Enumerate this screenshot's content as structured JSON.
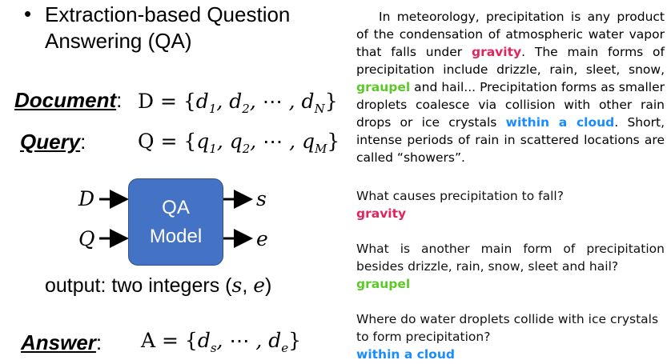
{
  "bullet": {
    "symbol": "•",
    "text": "Extraction-based Question Answering (QA)"
  },
  "document": {
    "label": "Document",
    "colon": ":",
    "formula": "D = {d₁, d₂, ⋯ , d_N}"
  },
  "query": {
    "label": "Query",
    "colon": ":",
    "formula": "Q = {q₁, q₂, ⋯ , q_M}"
  },
  "model": {
    "inputs": [
      "D",
      "Q"
    ],
    "box_line1": "QA",
    "box_line2": "Model",
    "outputs": [
      "s",
      "e"
    ],
    "box_color": "#4472c4"
  },
  "output_text": {
    "prefix": "output: two integers (",
    "s": "s",
    "comma": ", ",
    "e": "e",
    "suffix": ")"
  },
  "answer": {
    "label": "Answer",
    "colon": ":",
    "formula": "A = {d_s, ⋯ , d_e}"
  },
  "passage": {
    "seg1": "In meteorology, precipitation is any product of the condensation of atmospheric water vapor that falls under ",
    "hl1": "gravity",
    "seg2": ". The main forms of precipitation include drizzle, rain, sleet, snow, ",
    "hl2": "graupel",
    "seg3": " and hail... Precipitation forms as smaller droplets coalesce via collision with other rain drops or ice crystals ",
    "hl3": "within a cloud",
    "seg4": ". Short, intense periods of rain in scattered locations are called “showers”."
  },
  "qa_pairs": [
    {
      "question": "What causes precipitation to fall?",
      "answer": "gravity",
      "color": "#e0245e"
    },
    {
      "question": "What is another main form of precipitation besides drizzle, rain, snow, sleet and hail?",
      "answer": "graupel",
      "color": "#5cc928"
    },
    {
      "question": "Where do water droplets collide with ice crystals to form precipitation?",
      "answer": "within a cloud",
      "color": "#1a8cff"
    }
  ]
}
